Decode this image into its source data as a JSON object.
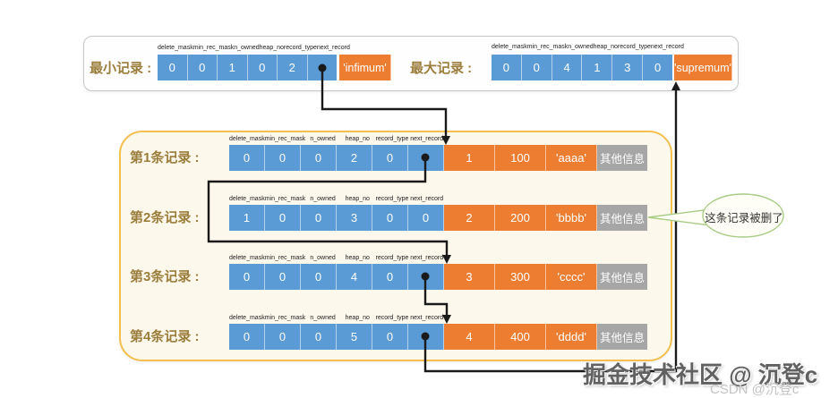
{
  "colors": {
    "cell_blue": "#5b9bd5",
    "cell_orange": "#ed7d31",
    "cell_gray": "#a6a6a6",
    "panel_border_yellow": "#f3c04f",
    "panel_bg_cream": "#fdf8ec",
    "label_brown": "#9b7d3c",
    "arrow_black": "#1a1a1a",
    "callout_green": "#a9cb86"
  },
  "fields": [
    "delete_mask",
    "min_rec_mask",
    "n_owned",
    "heap_no",
    "record_type",
    "next_record"
  ],
  "top": {
    "infimum": {
      "label": "最小记录 :",
      "values": [
        "0",
        "0",
        "1",
        "0",
        "2",
        ""
      ],
      "tail": "'infimum'"
    },
    "supremum": {
      "label": "最大记录 :",
      "values": [
        "0",
        "0",
        "4",
        "1",
        "3",
        "0"
      ],
      "tail": "'supremum'"
    }
  },
  "records": [
    {
      "label": "第1条记录 :",
      "header_values": [
        "0",
        "0",
        "0",
        "2",
        "0",
        ""
      ],
      "data_values": [
        "1",
        "100",
        "'aaaa'"
      ],
      "other": "其他信息"
    },
    {
      "label": "第2条记录 :",
      "header_values": [
        "1",
        "0",
        "0",
        "3",
        "0",
        "0"
      ],
      "data_values": [
        "2",
        "200",
        "'bbbb'"
      ],
      "other": "其他信息"
    },
    {
      "label": "第3条记录 :",
      "header_values": [
        "0",
        "0",
        "0",
        "4",
        "0",
        ""
      ],
      "data_values": [
        "3",
        "300",
        "'cccc'"
      ],
      "other": "其他信息"
    },
    {
      "label": "第4条记录 :",
      "header_values": [
        "0",
        "0",
        "0",
        "5",
        "0",
        ""
      ],
      "data_values": [
        "4",
        "400",
        "'dddd'"
      ],
      "other": "其他信息"
    }
  ],
  "callout": {
    "text": "这条记录被删了"
  },
  "watermark": {
    "primary": "掘金技术社区 @ 沉登c",
    "secondary": "CSDN @沉登c"
  }
}
